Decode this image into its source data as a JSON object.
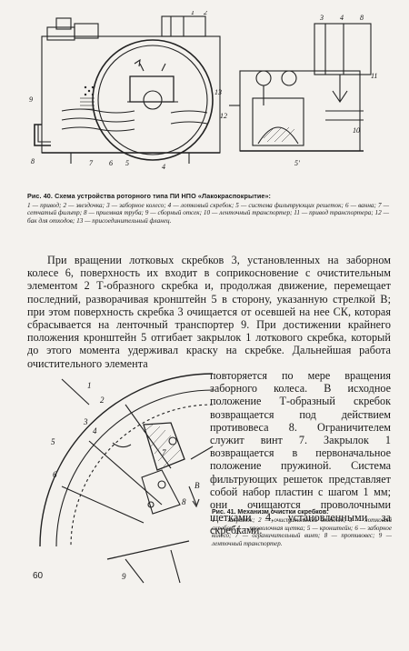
{
  "figure40": {
    "caption_title": "Рис. 40. Схема устройства роторного типа ПИ НПО «Лакокраспокрытие»:",
    "caption_body": "1 — привод; 2 — звездочка; 3 — заборное колесо; 4 — лотковый скребок; 5 — система фильтрующих решеток; 6 — ванна; 7 — сетчатый фильтр; 8 — приемная труба; 9 — сборный отсек; 10 — ленточный транспортер; 11 — привод транспортера; 12 — бак для отходов; 13 — присоединительный фланец.",
    "labels": {
      "l1": "1",
      "l2": "2",
      "l3": "3",
      "l4": "4",
      "l5": "5",
      "l6": "6",
      "l7": "7",
      "l8": "8",
      "l9": "9",
      "l10": "10",
      "l11": "11",
      "l12": "12",
      "l13": "13",
      "l5p": "5'",
      "l3b": "3",
      "l4b": "4",
      "l8b": "8"
    }
  },
  "body_text": {
    "paragraph": "При вращении лотковых скребков 3, установленных на заборном колесе 6, поверхность их входит в соприкосновение с очистительным элементом 2 Т-образного скребка и, продолжая движение, перемещает последний, разворачивая кронштейн 5 в сторону, указанную стрелкой В; при этом поверхность скребка 3 очищается от осевшей на нее СК, которая сбрасывается на ленточный транспортер 9. При достижении крайнего положения кронштейн 5 отгибает закрылок 1 лоткового скребка, который до этого момента удерживал краску на скребке. Дальнейшая работа очистительного элемента",
    "paragraph_cont": "повторяется по мере вращения заборного колеса. В исходное положение Т-образный скребок возвращается под действием противовеса 8. Ограничителем служит винт 7. Закрылок 1 возвращается в первоначальное положение пружиной. Система фильтрующих решеток представляет собой набор пластин с шагом 1 мм; они очищаются проволочными щетками 4, установленными за скребками."
  },
  "figure41": {
    "caption_title": "Рис. 41. Механизм очистки скребков:",
    "caption_body": "1 — закрылок; 2 — очистительный элемент; 3 — лотковый скребок; 4 — проволочная щетка; 5 — кронштейн; 6 — заборное колесо; 7 — ограничительный винт; 8 — противовес; 9 — ленточный транспортер.",
    "labels": {
      "l1": "1",
      "l2": "2",
      "l3": "3",
      "l4": "4",
      "l5": "5",
      "l6": "6",
      "l7": "7",
      "l8": "8",
      "l9": "9",
      "lB": "В"
    }
  },
  "page_number": "60"
}
